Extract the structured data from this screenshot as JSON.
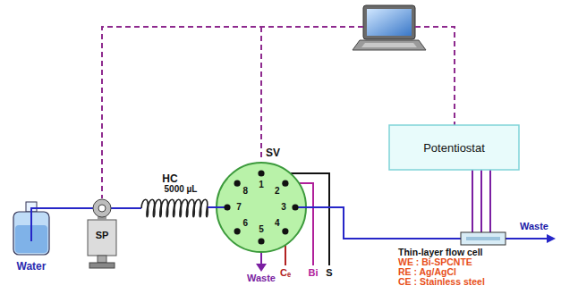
{
  "diagram": {
    "nodes": [
      {
        "text": [
          "Water"
        ]
      },
      {
        "text": [
          "SP"
        ]
      },
      {
        "text": [
          "HC",
          "5000 µL"
        ]
      },
      {
        "text": [
          "SV",
          "1",
          "2",
          "3",
          "4",
          "5",
          "6",
          "7",
          "8"
        ]
      },
      {
        "text": [
          "Potentiostat"
        ]
      },
      {
        "text": [
          "Thin-layer flow cell",
          "WE : Bi-SPCNTE",
          "RE : Ag/AgCl",
          "CE : Stainless steel"
        ]
      }
    ],
    "edges": [
      {
        "from": 0,
        "to": 1,
        "arrow": "none"
      },
      {
        "from": 1,
        "to": 2,
        "arrow": "none"
      },
      {
        "from": 2,
        "to": 3,
        "arrow": "none"
      },
      {
        "from": 3,
        "to": 5,
        "arrow": "none"
      },
      {
        "from": 4,
        "to": 5,
        "arrow": "none"
      }
    ],
    "labels": [
      "Waste",
      "Cₑ",
      "Bi",
      "S",
      "Waste"
    ]
  }
}
